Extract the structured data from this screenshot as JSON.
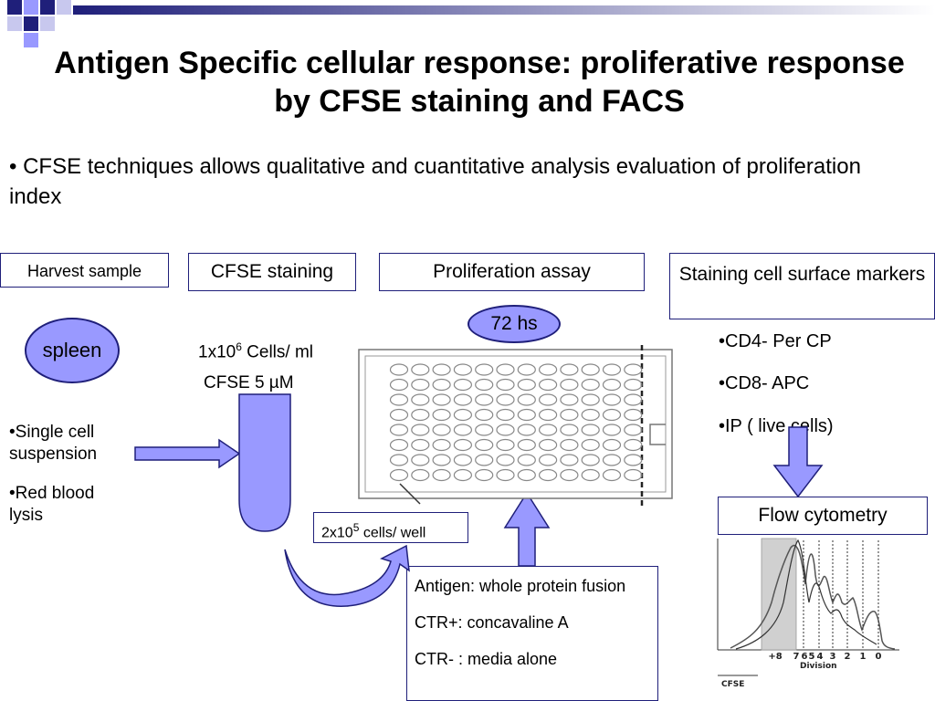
{
  "title": "Antigen Specific cellular response: proliferative response by CFSE staining and FACS",
  "bullet": "• CFSE techniques allows qualitative and cuantitative analysis evaluation of proliferation index",
  "steps": {
    "harvest": "Harvest sample",
    "cfse": "CFSE staining",
    "prolif": "Proliferation assay",
    "staining": "Staining cell surface markers"
  },
  "spleen": "spleen",
  "spleen_notes": [
    "•Single cell suspension",
    "•Red blood lysis"
  ],
  "cells_conc": {
    "base": "1x10",
    "exp": "6",
    "rest": " Cells/ ml"
  },
  "cfse_conc": "CFSE 5 µM",
  "hours": "72 hs",
  "cells_well": {
    "base": "2x10",
    "exp": "5",
    "rest": " cells/ well"
  },
  "antigen_lines": [
    "Antigen: whole protein fusion",
    "CTR+: concavaline A",
    "CTR- : media alone"
  ],
  "markers": [
    "•CD4- Per CP",
    "•CD8- APC",
    "•IP ( live cells)"
  ],
  "flow": "Flow cytometry",
  "histogram": {
    "ticks": [
      "+8",
      "7",
      "6",
      "5",
      "4",
      "3",
      "2",
      "1",
      "0"
    ],
    "axis_label": "Division",
    "x_label": "CFSE"
  },
  "colors": {
    "accent": "#9999ff",
    "border": "#1f1f7a"
  }
}
